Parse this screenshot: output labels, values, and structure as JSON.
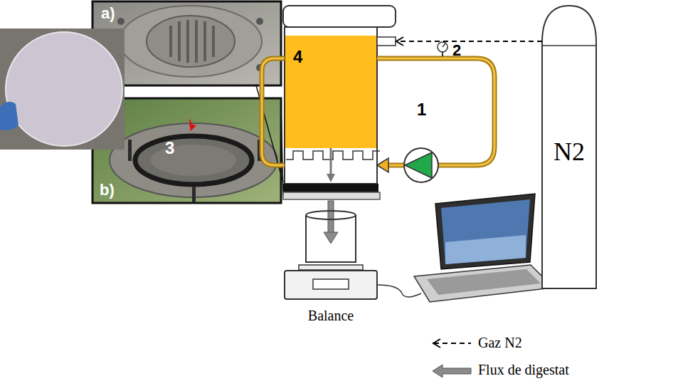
{
  "diagram": {
    "nodes": [
      {
        "text": [
          "4"
        ]
      },
      {
        "text": [
          "N2"
        ]
      },
      {
        "text": [
          "Balance"
        ]
      }
    ],
    "edges": [
      {
        "from": 1,
        "to": 0,
        "arrow": "to"
      }
    ],
    "labels": [
      "a)",
      "2",
      "1",
      "3",
      "b)"
    ],
    "legend": [
      {
        "text": "Gaz N2"
      },
      {
        "text": "Flux de digestat"
      }
    ]
  }
}
